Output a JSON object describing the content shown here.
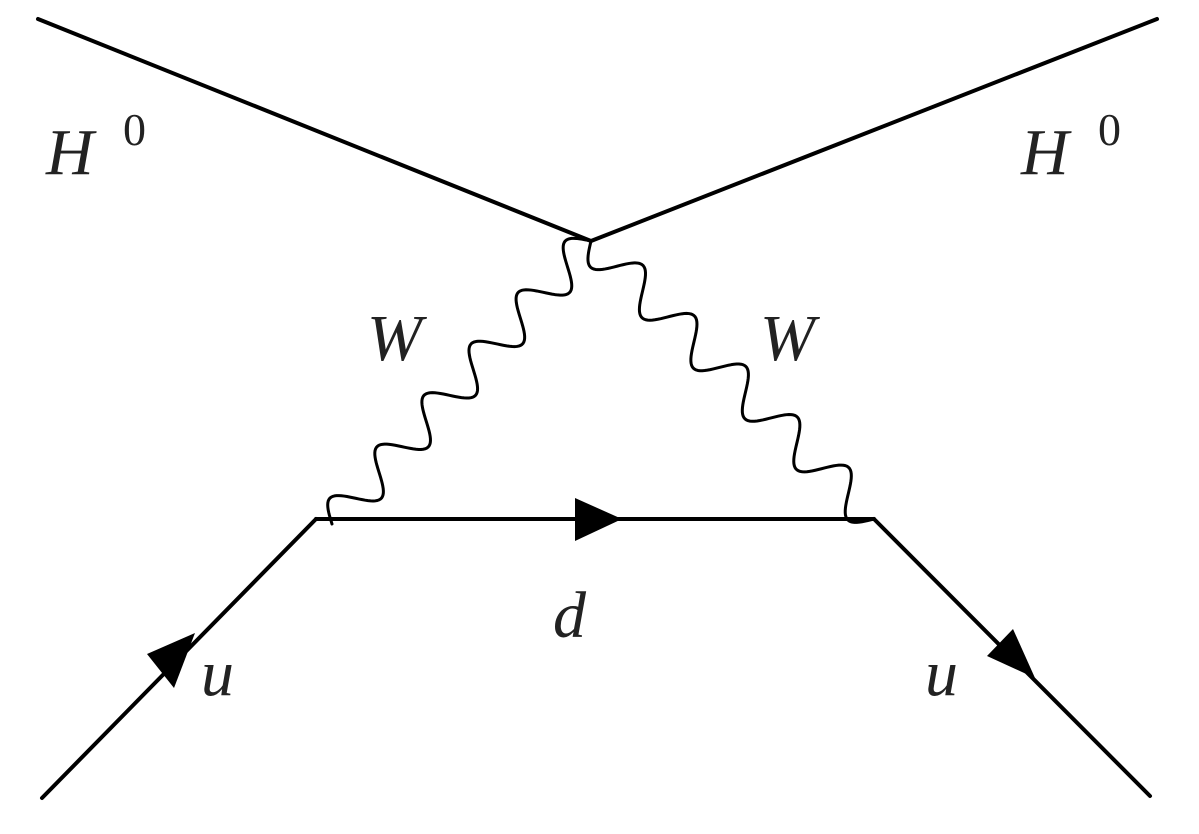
{
  "diagram": {
    "labels": {
      "higgs_left": "H",
      "higgs_left_sup": "0",
      "higgs_right": "H",
      "higgs_right_sup": "0",
      "w_left": "W",
      "w_right": "W",
      "quark_internal": "d",
      "quark_in": "u",
      "quark_out": "u"
    },
    "colors": {
      "stroke": "#000000",
      "text": "#222222",
      "background": "#ffffff"
    }
  }
}
